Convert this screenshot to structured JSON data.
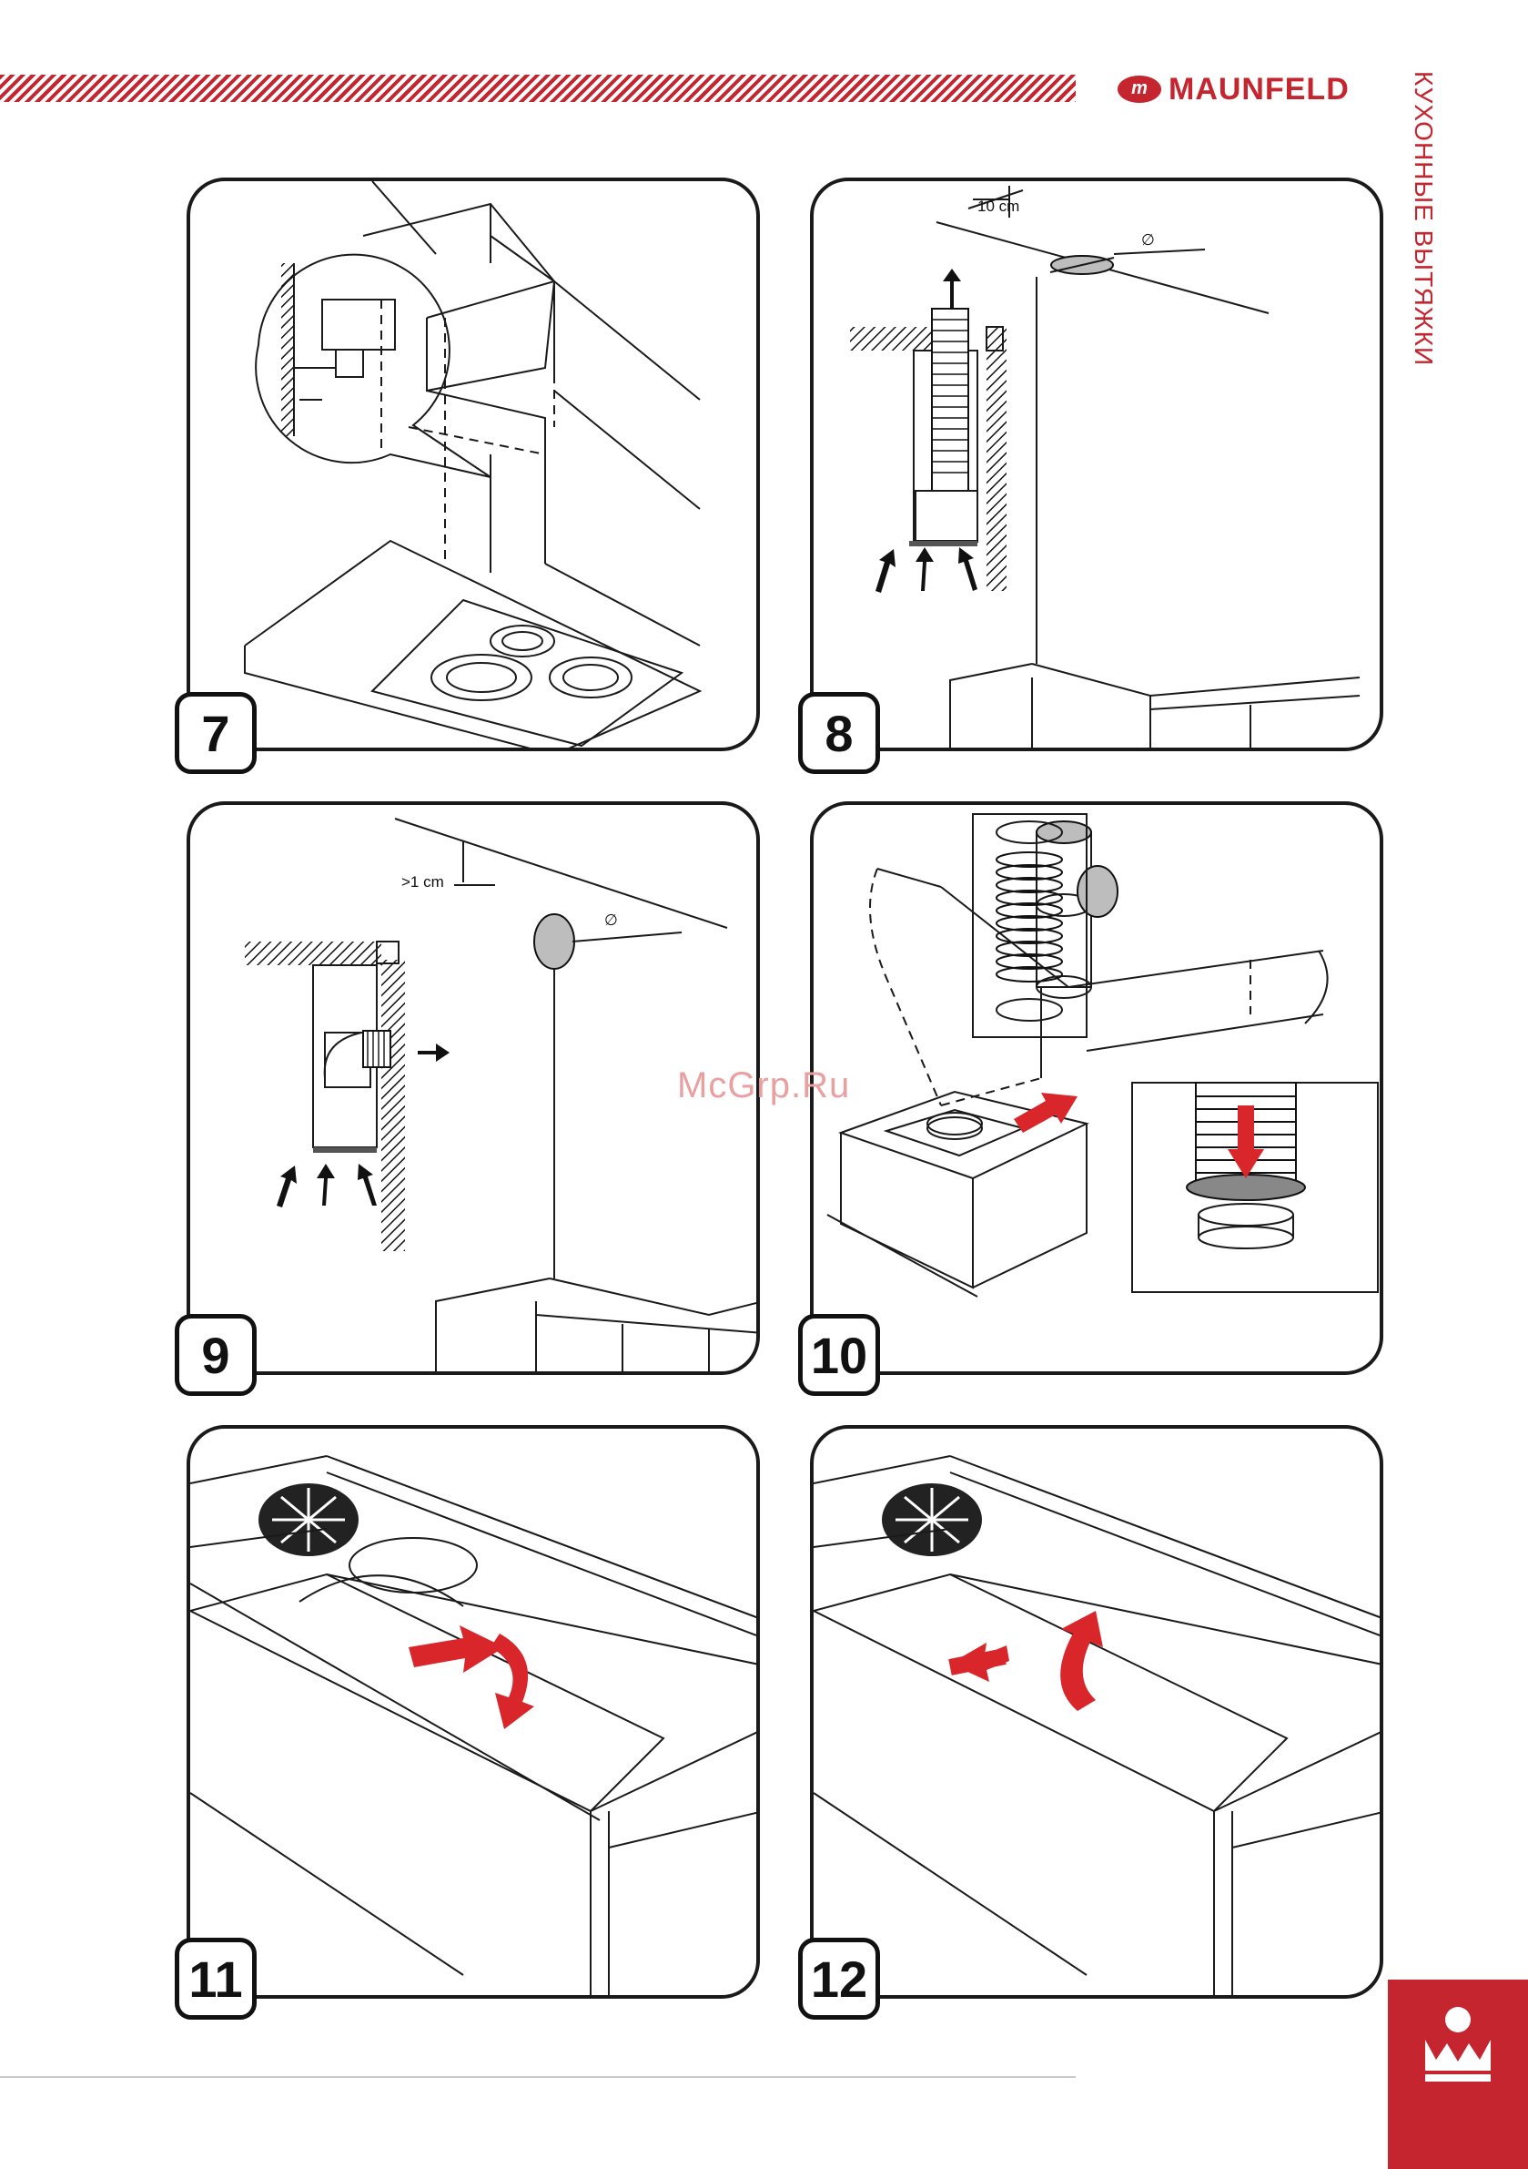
{
  "header": {
    "brand": "MAUNFELD",
    "side_label": "КУХОННЫЕ ВЫТЯЖКИ",
    "brand_color": "#c4252f"
  },
  "steps": [
    {
      "number": "7"
    },
    {
      "number": "8",
      "dim_label": "10 cm",
      "diameter_symbol": "∅"
    },
    {
      "number": "9",
      "dim_label": ">1 cm",
      "diameter_symbol": "∅"
    },
    {
      "number": "10"
    },
    {
      "number": "11"
    },
    {
      "number": "12"
    }
  ],
  "watermark": "McGrp.Ru",
  "icons": {
    "logo": "maunfeld-logo-icon",
    "crown": "crown-icon"
  }
}
